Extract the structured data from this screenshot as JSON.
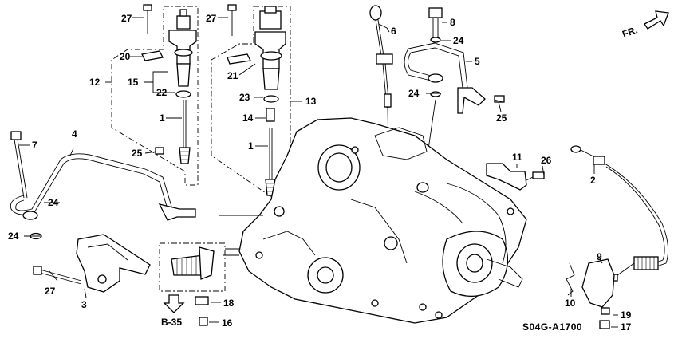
{
  "diagram": {
    "callouts": [
      {
        "id": "c27a",
        "text": "27"
      },
      {
        "id": "c27b",
        "text": "27"
      },
      {
        "id": "c27c",
        "text": "27"
      },
      {
        "id": "c20",
        "text": "20"
      },
      {
        "id": "c12",
        "text": "12"
      },
      {
        "id": "c15",
        "text": "15"
      },
      {
        "id": "c22",
        "text": "22"
      },
      {
        "id": "c1a",
        "text": "1"
      },
      {
        "id": "c1b",
        "text": "1"
      },
      {
        "id": "c21",
        "text": "21"
      },
      {
        "id": "c23",
        "text": "23"
      },
      {
        "id": "c13",
        "text": "13"
      },
      {
        "id": "c14",
        "text": "14"
      },
      {
        "id": "c6",
        "text": "6"
      },
      {
        "id": "c8",
        "text": "8"
      },
      {
        "id": "c24a",
        "text": "24"
      },
      {
        "id": "c24b",
        "text": "24"
      },
      {
        "id": "c24c",
        "text": "24"
      },
      {
        "id": "c24d",
        "text": "24"
      },
      {
        "id": "c5",
        "text": "5"
      },
      {
        "id": "c25a",
        "text": "25"
      },
      {
        "id": "c25b",
        "text": "25"
      },
      {
        "id": "c7",
        "text": "7"
      },
      {
        "id": "c4",
        "text": "4"
      },
      {
        "id": "c3",
        "text": "3"
      },
      {
        "id": "c11",
        "text": "11"
      },
      {
        "id": "c26",
        "text": "26"
      },
      {
        "id": "c2",
        "text": "2"
      },
      {
        "id": "c9",
        "text": "9"
      },
      {
        "id": "c10",
        "text": "10"
      },
      {
        "id": "c19",
        "text": "19"
      },
      {
        "id": "c17",
        "text": "17"
      },
      {
        "id": "c18",
        "text": "18"
      },
      {
        "id": "c16",
        "text": "16"
      },
      {
        "id": "cB35",
        "text": "B-35"
      }
    ],
    "direction_label": "FR.",
    "diagram_code": "S04G-A1700"
  }
}
